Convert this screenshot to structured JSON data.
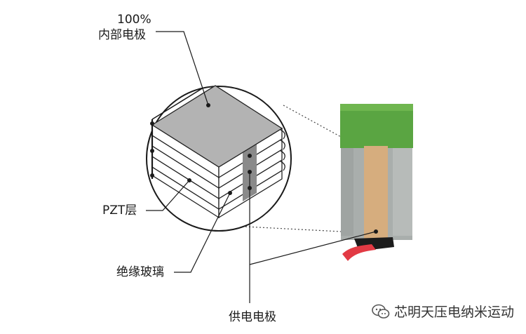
{
  "labels": {
    "inner_percent": "100%",
    "inner_electrode": "内部电极",
    "pzt_layer": "PZT层",
    "insulating_glass": "绝缘玻璃",
    "supply_electrode": "供电电极"
  },
  "watermark": {
    "text": "芯明天压电纳米运动",
    "icon": "wechat-icon"
  },
  "colors": {
    "green_cap": "#5aa542",
    "body_gray": "#a9aeac",
    "electrode_tan": "#d6ad7e",
    "wire_red": "#e23a44",
    "top_face": "#b3b3b3",
    "stripe": "#8a8a8a"
  }
}
